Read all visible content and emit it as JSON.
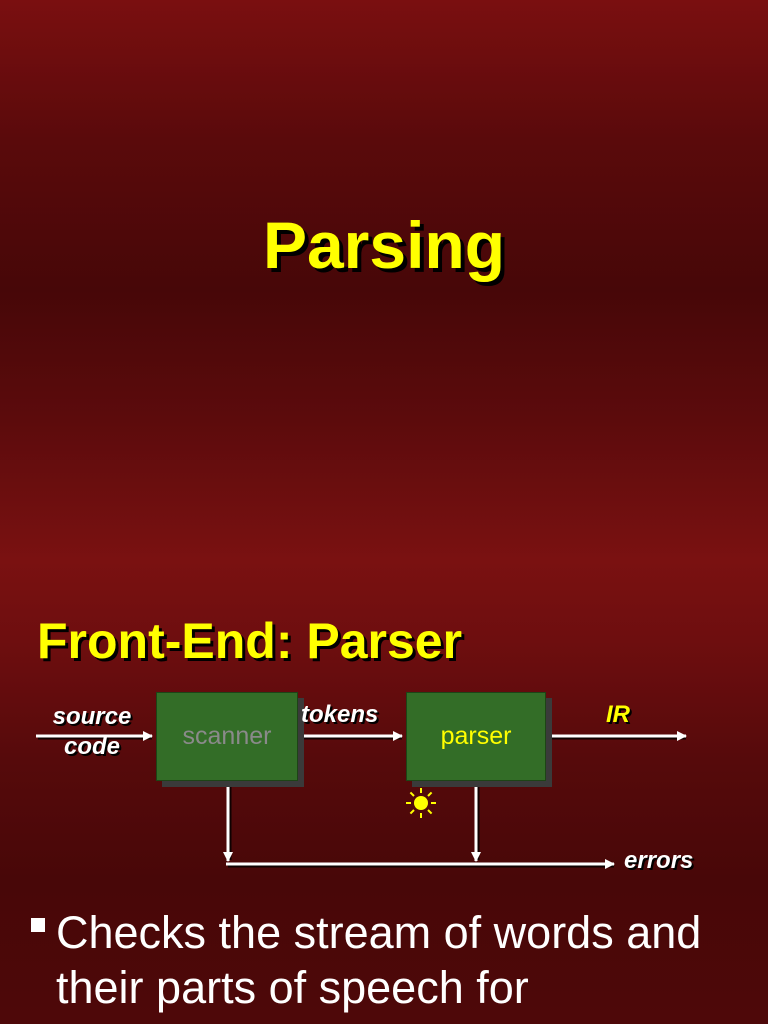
{
  "slide": {
    "title": "Parsing"
  },
  "section": {
    "title": "Front-End: Parser"
  },
  "diagram": {
    "input_label_line1": "source",
    "input_label_line2": "code",
    "scanner_label": "scanner",
    "tokens_label": "tokens",
    "parser_label": "parser",
    "output_label": "IR",
    "errors_label": "errors",
    "icons": [
      "sun-icon"
    ],
    "colors": {
      "box_fill": "#336d27",
      "title_text": "#ffff00",
      "scanner_text": "#8a8a8a",
      "parser_text": "#ffff00",
      "arrow": "#ffffff"
    }
  },
  "bullets": [
    {
      "text": "Checks the stream of words and their parts of speech for"
    }
  ]
}
